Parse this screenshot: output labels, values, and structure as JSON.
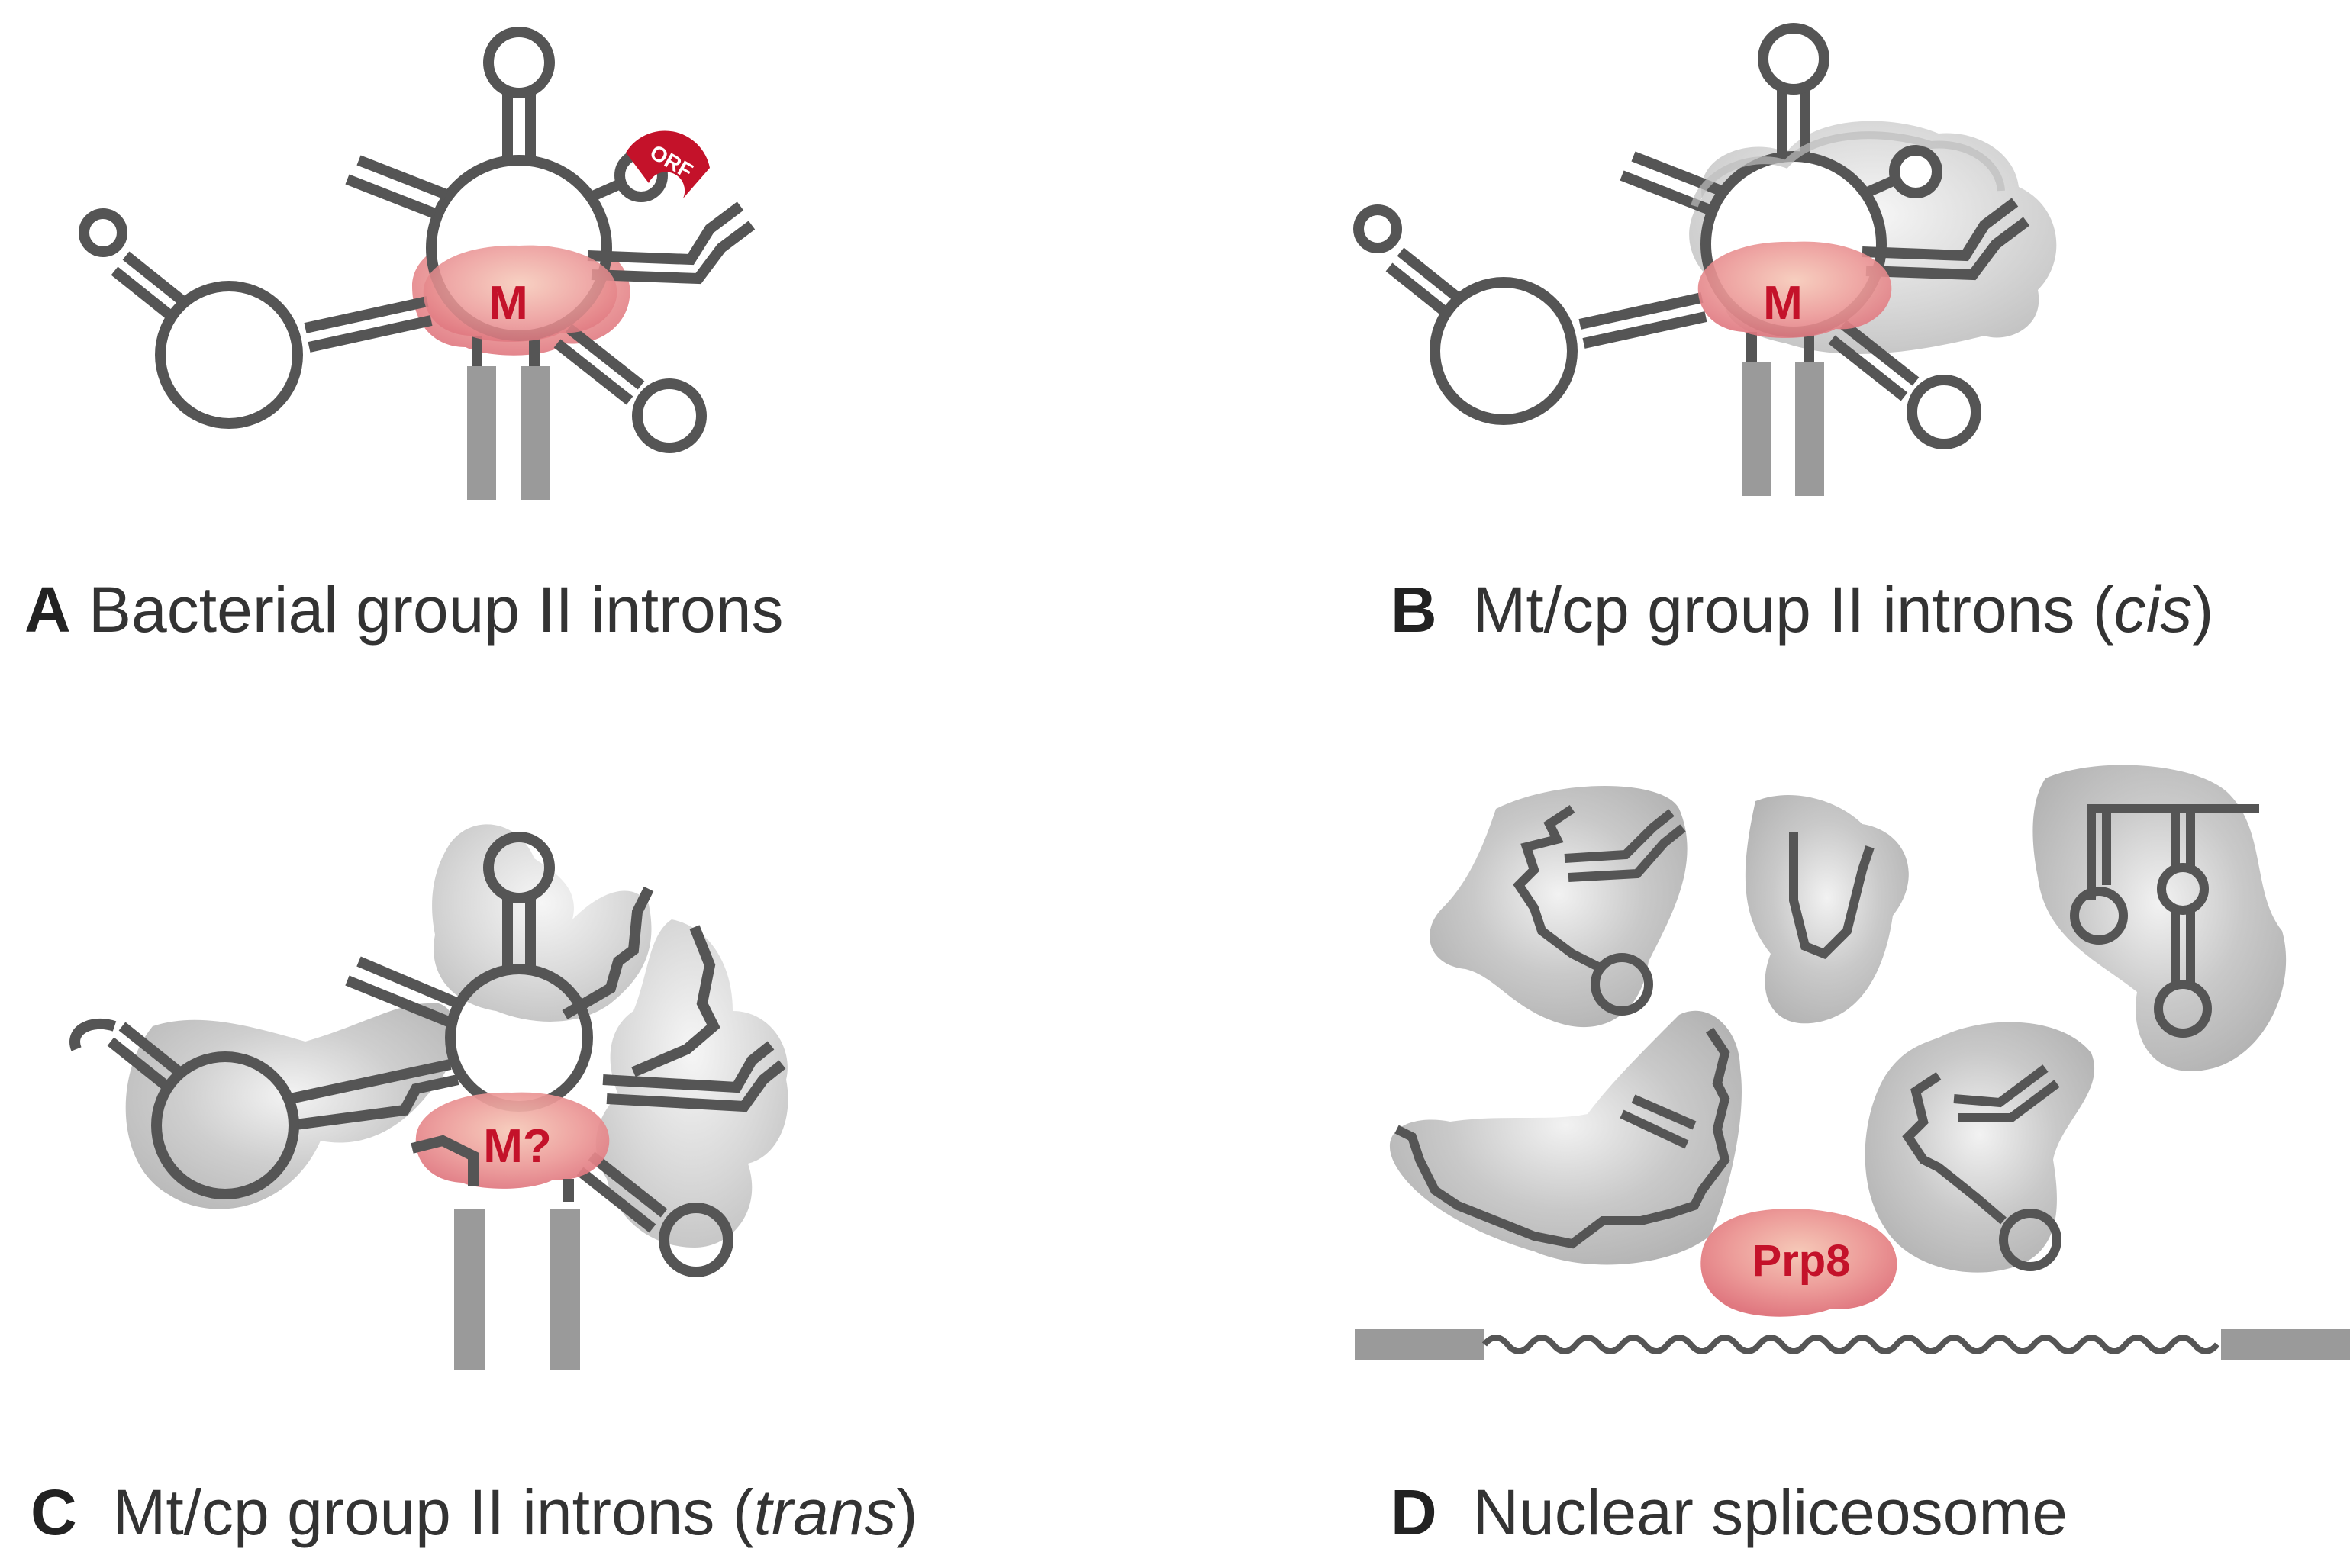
{
  "panels": {
    "a": {
      "letter": "A",
      "title": "Bacterial group II introns",
      "core_label": "M",
      "orf_label": "ORF"
    },
    "b": {
      "letter": "B",
      "title_prefix": "Mt/cp group II introns (",
      "title_italic": "cis",
      "title_suffix": ")",
      "core_label": "M"
    },
    "c": {
      "letter": "C",
      "title_prefix": "Mt/cp group II introns (",
      "title_italic": "trans",
      "title_suffix": ")",
      "core_label": "M?"
    },
    "d": {
      "letter": "D",
      "title": "Nuclear spliceosome",
      "core_label": "Prp8"
    }
  },
  "colors": {
    "rna_stroke": "#555555",
    "exon": "#9a9a9a",
    "maturase": "#e8868f",
    "label_red": "#c4122a",
    "protein_gray": "#bdbdbd",
    "caption_text": "#333333"
  }
}
